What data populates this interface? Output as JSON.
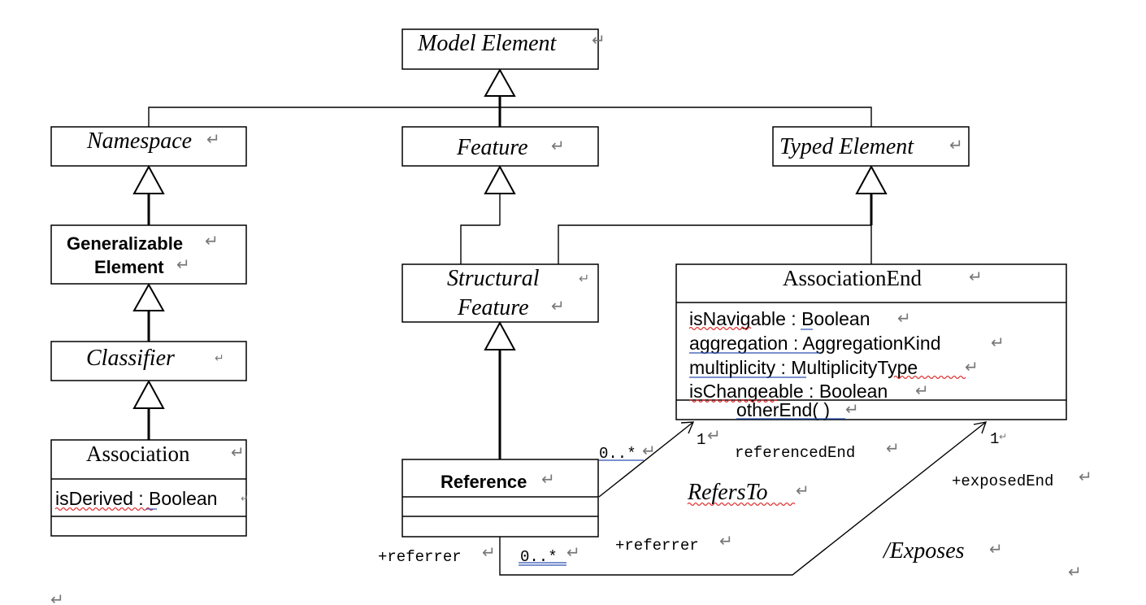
{
  "classes": {
    "model_element": "Model Element",
    "namespace": "Namespace",
    "feature": "Feature",
    "typed_element": "Typed Element",
    "generalizable_line1": "Generalizable",
    "generalizable_line2": "Element",
    "classifier": "Classifier",
    "association": "Association",
    "structural_line1": "Structural",
    "structural_line2": "Feature",
    "association_end": "AssociationEnd",
    "reference": "Reference"
  },
  "attributes": {
    "association": [
      {
        "name": "isDerived",
        "sep": " : ",
        "type": "Boolean"
      }
    ],
    "association_end": [
      {
        "name": "isNavigable",
        "sep": " : ",
        "type": "Boolean"
      },
      {
        "name": "aggregation",
        "sep": " : ",
        "type": "AggregationKind"
      },
      {
        "name": "multiplicity",
        "sep": " : ",
        "type": "MultiplicityType"
      },
      {
        "name": "isChangeable",
        "sep": " : ",
        "type": "Boolean"
      }
    ]
  },
  "operations": {
    "association_end": [
      "otherEnd( )"
    ]
  },
  "labels": {
    "mult_ref_end": "0..*",
    "mult_one_a": "1",
    "mult_one_b": "1",
    "referenced_end": "referencedEnd",
    "exposed_end": "+exposedEnd",
    "refers_to": "RefersTo",
    "exposes": "/Exposes",
    "referrer_left": "+referrer",
    "mult_bottom": "0..*",
    "referrer_mid": "+referrer"
  },
  "paragraph_mark": "↵"
}
